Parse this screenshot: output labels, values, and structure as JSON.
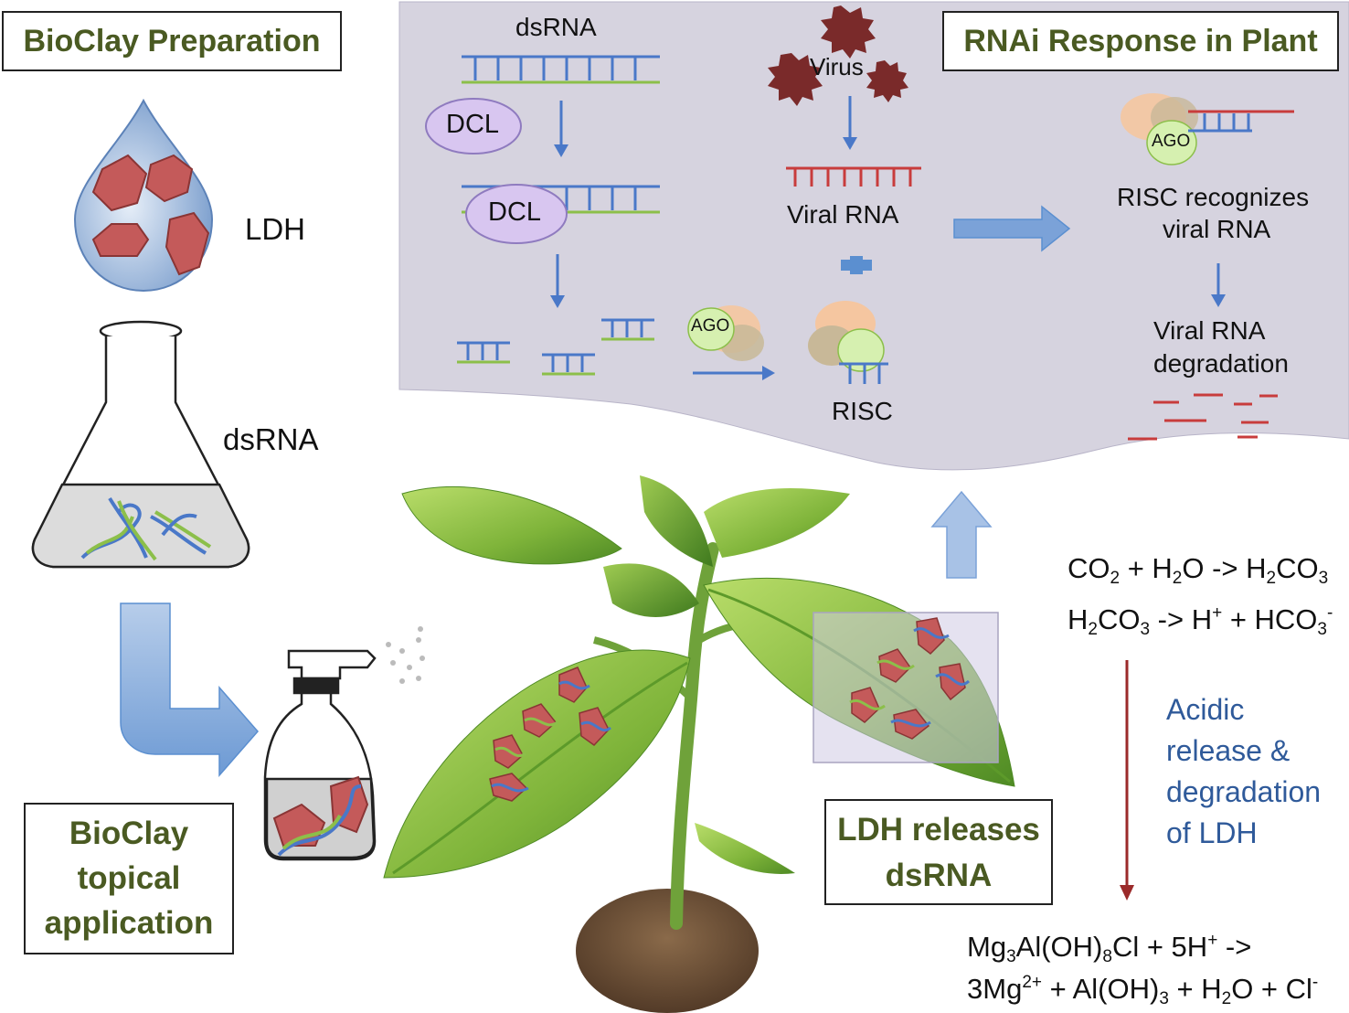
{
  "titles": {
    "bioclay_preparation": "BioClay Preparation",
    "rnai_response": "RNAi Response in Plant",
    "topical_application": [
      "BioClay",
      "topical",
      "application"
    ],
    "ldh_releases": [
      "LDH releases",
      "dsRNA"
    ]
  },
  "labels": {
    "ldh": "LDH",
    "dsrna_flask": "dsRNA",
    "dsrna_top": "dsRNA",
    "dcl_1": "DCL",
    "dcl_2": "DCL",
    "virus": "Virus",
    "viral_rna": "Viral RNA",
    "plus": "+",
    "ago_1": "AGO",
    "ago_2": "AGO",
    "risc": "RISC",
    "risc_recognizes": [
      "RISC recognizes",
      "viral RNA"
    ],
    "degradation": [
      "Viral RNA",
      "degradation"
    ],
    "acidic_release": [
      "Acidic",
      "release &",
      "degradation",
      "of LDH"
    ]
  },
  "equations": {
    "eq1": {
      "a": "CO",
      "a_sub": "2",
      "b": " + H",
      "b_sub": "2",
      "c": "O -> H",
      "c_sub": "2",
      "d": "CO",
      "d_sub": "3"
    },
    "eq2": {
      "a": "H",
      "a_sub": "2",
      "b": "CO",
      "b_sub": "3",
      "c": " -> H",
      "c_sup": "+",
      "d": " + HCO",
      "d_sub": "3",
      "d_sup": "-"
    },
    "eq3": {
      "a": "Mg",
      "a_sub": "3",
      "b": "Al(OH)",
      "b_sub": "8",
      "c": "Cl + 5H",
      "c_sup": "+",
      "d": " ->"
    },
    "eq4": {
      "a": "3Mg",
      "a_sup": "2+",
      "b": " + Al(OH)",
      "b_sub": "3",
      "c": " + H",
      "c_sub": "2",
      "d": "O + Cl",
      "d_sup": "-"
    }
  },
  "colors": {
    "title_green": "#4a5a22",
    "acid_blue": "#2f5a9a",
    "panel": "#d6d3df",
    "arrow_blue": "#5b8fd0",
    "rna_blue": "#4a78c8",
    "rna_green": "#8cbf4a",
    "rna_red": "#c83c3c",
    "virus": "#7a2a2a",
    "ldh": "#c45a5a",
    "dark_red_arrow": "#9b2a2a"
  }
}
